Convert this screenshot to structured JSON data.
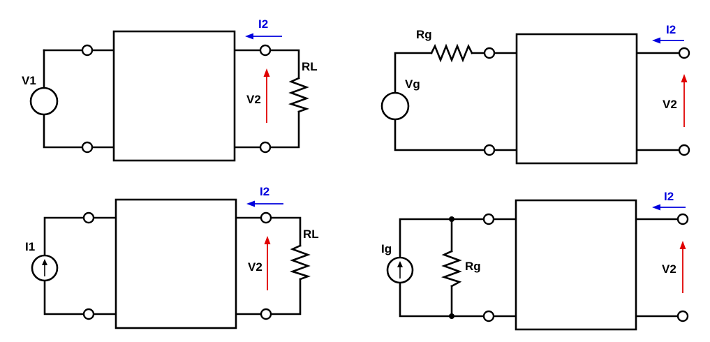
{
  "circuits": {
    "top_left": {
      "source": "V1",
      "load": "RL",
      "current": "I2",
      "voltage": "V2"
    },
    "top_right": {
      "source": "Vg",
      "resistor": "Rg",
      "current": "I2",
      "voltage": "V2"
    },
    "bottom_left": {
      "source": "I1",
      "load": "RL",
      "current": "I2",
      "voltage": "V2"
    },
    "bottom_right": {
      "source": "Ig",
      "resistor": "Rg",
      "current": "I2",
      "voltage": "V2"
    }
  },
  "colors": {
    "voltage_arrow": "#e00000",
    "current_arrow": "#0000dd",
    "wire": "#000000"
  }
}
